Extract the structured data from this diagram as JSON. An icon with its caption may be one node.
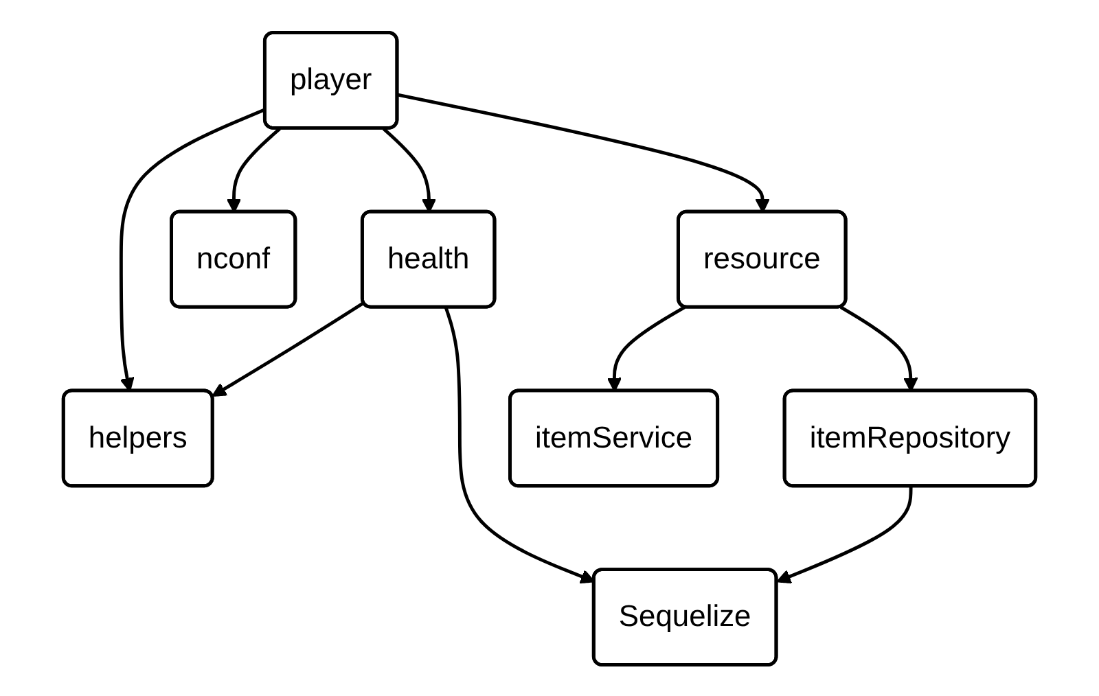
{
  "diagram": {
    "nodes": [
      {
        "text": [
          "player"
        ]
      },
      {
        "text": [
          "nconf"
        ]
      },
      {
        "text": [
          "health"
        ]
      },
      {
        "text": [
          "resource"
        ]
      },
      {
        "text": [
          "helpers"
        ]
      },
      {
        "text": [
          "itemService"
        ]
      },
      {
        "text": [
          "itemRepository"
        ]
      },
      {
        "text": [
          "Sequelize"
        ]
      }
    ],
    "edges": [
      {
        "from": 0,
        "to": 4,
        "arrow": "to"
      },
      {
        "from": 0,
        "to": 1,
        "arrow": "to"
      },
      {
        "from": 0,
        "to": 2,
        "arrow": "to"
      },
      {
        "from": 0,
        "to": 3,
        "arrow": "to"
      },
      {
        "from": 2,
        "to": 4,
        "arrow": "to"
      },
      {
        "from": 2,
        "to": 7,
        "arrow": "to"
      },
      {
        "from": 3,
        "to": 5,
        "arrow": "to"
      },
      {
        "from": 3,
        "to": 6,
        "arrow": "to"
      },
      {
        "from": 6,
        "to": 7,
        "arrow": "to"
      }
    ]
  }
}
